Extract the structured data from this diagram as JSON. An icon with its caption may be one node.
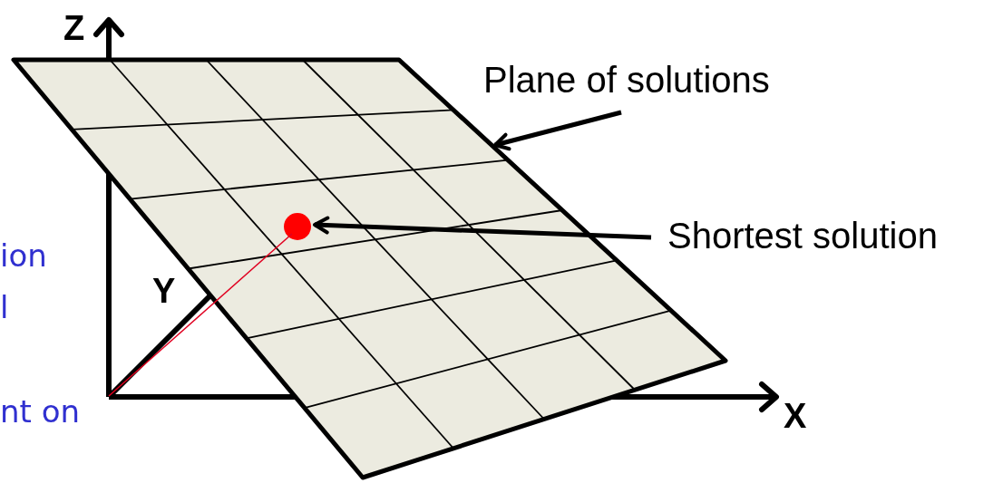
{
  "diagram": {
    "nodes": [
      {
        "text": [
          "Plane of solutions"
        ]
      },
      {
        "text": [],
        "shape": "box"
      },
      {
        "text": [
          "Shortest solution"
        ]
      },
      {
        "text": [],
        "shape": "circle",
        "in": 1
      }
    ],
    "edges": [
      {
        "from": 0,
        "to": 1,
        "arrow": "to"
      },
      {
        "from": 2,
        "to": 3,
        "arrow": "to"
      }
    ],
    "labels": [
      "Z",
      "ion",
      "Y",
      "l",
      "nt on",
      "X"
    ]
  }
}
